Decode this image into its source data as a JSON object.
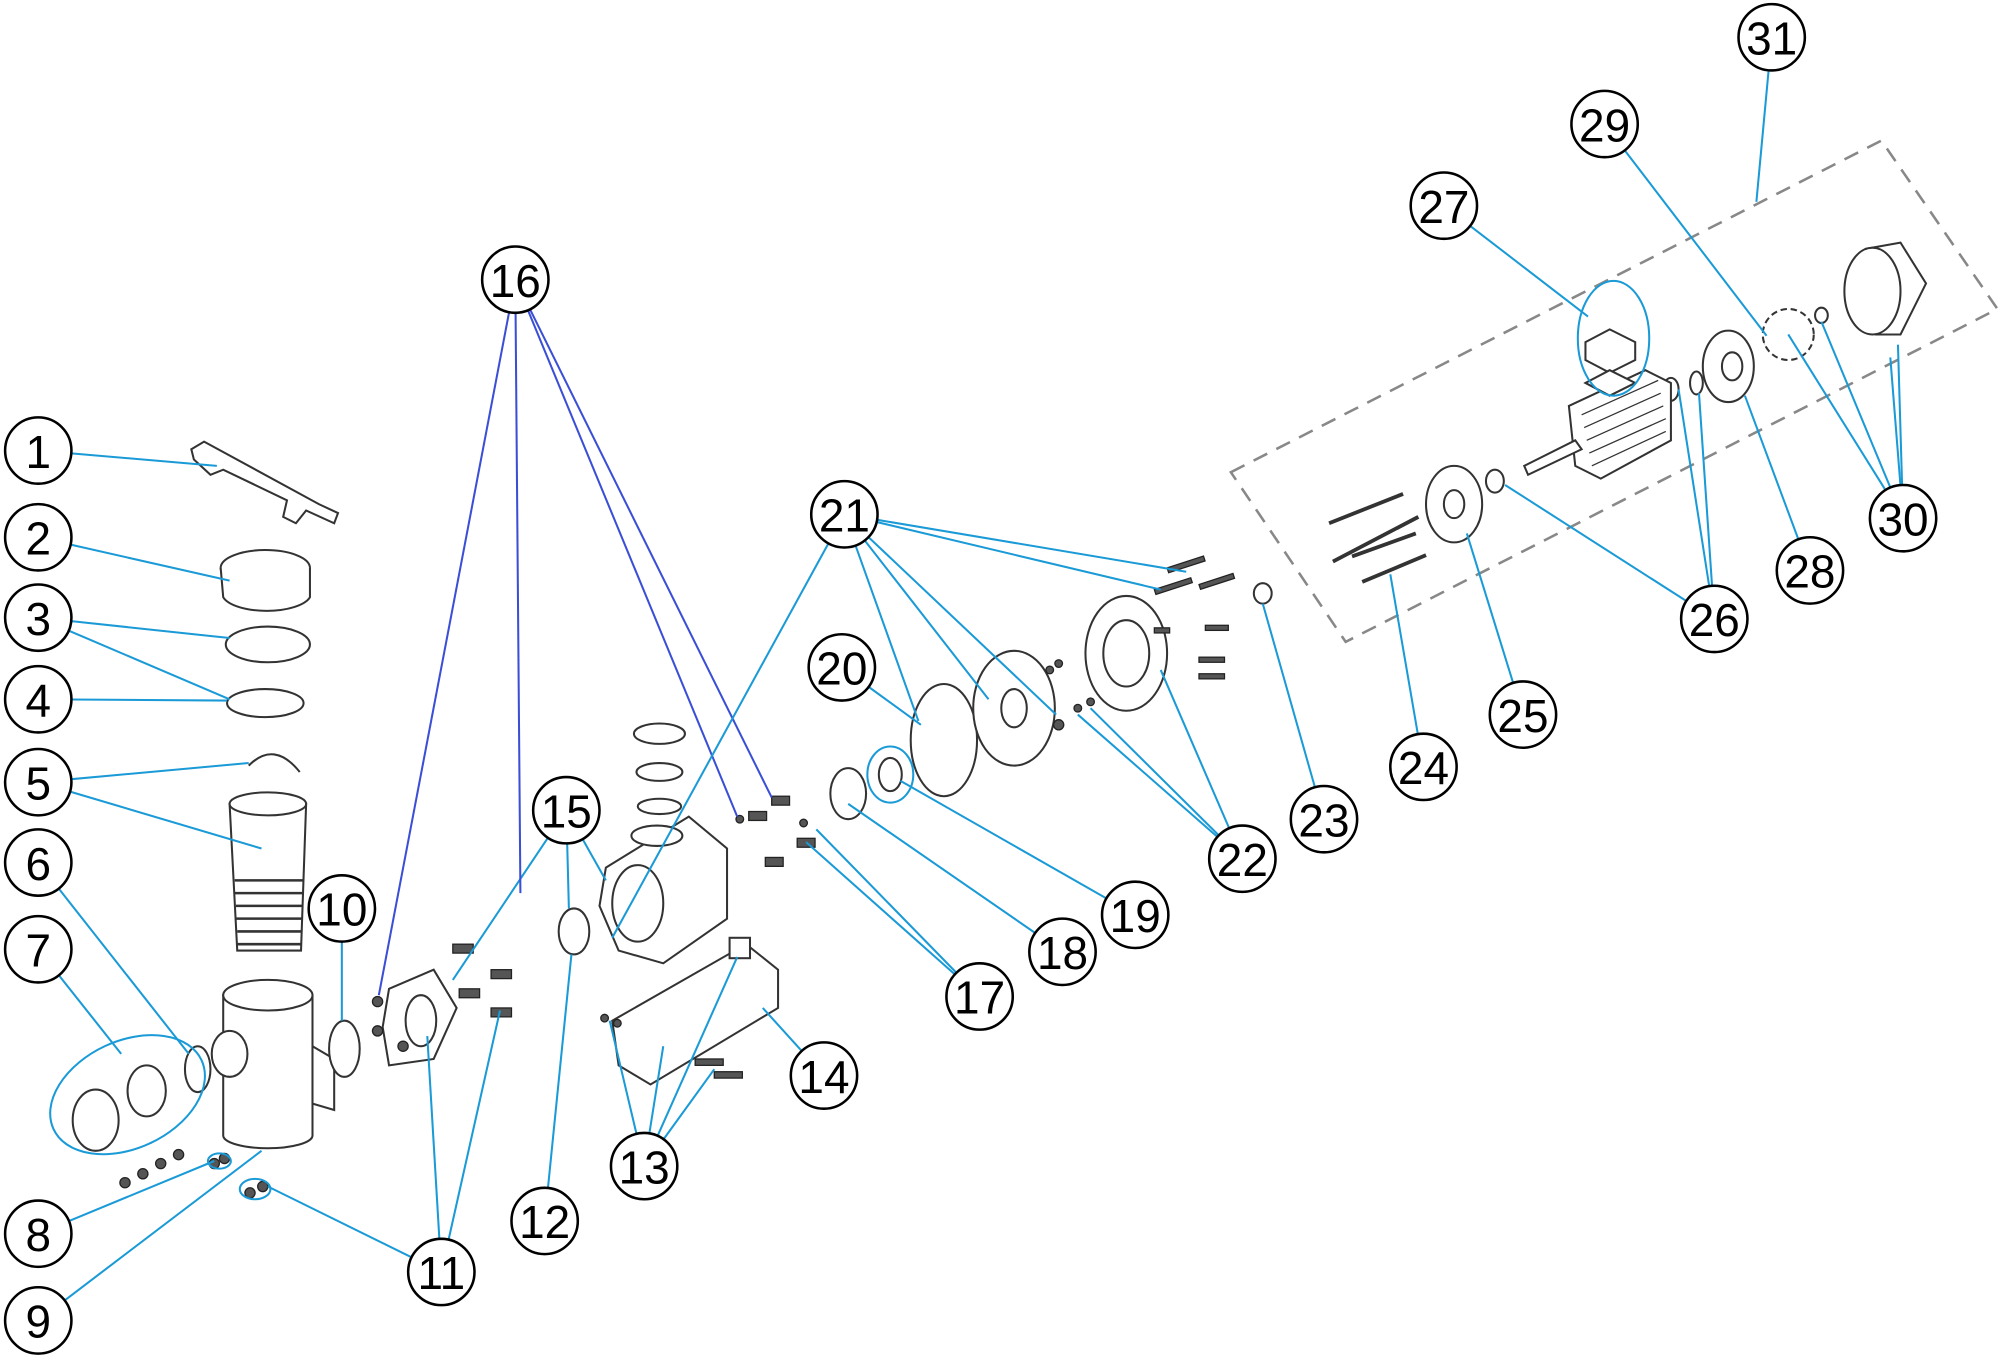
{
  "diagram": {
    "type": "exploded-parts-diagram",
    "callouts": [
      "1",
      "2",
      "3",
      "4",
      "5",
      "6",
      "7",
      "8",
      "9",
      "10",
      "11",
      "12",
      "13",
      "14",
      "15",
      "16",
      "17",
      "18",
      "19",
      "20",
      "21",
      "22",
      "23",
      "24",
      "25",
      "26",
      "27",
      "28",
      "29",
      "30",
      "31"
    ],
    "colors": {
      "leader": "#1a9ad6",
      "leader_16": "#3b4fd6",
      "motor_group_box": "#888888",
      "callout_stroke": "#000000"
    }
  }
}
